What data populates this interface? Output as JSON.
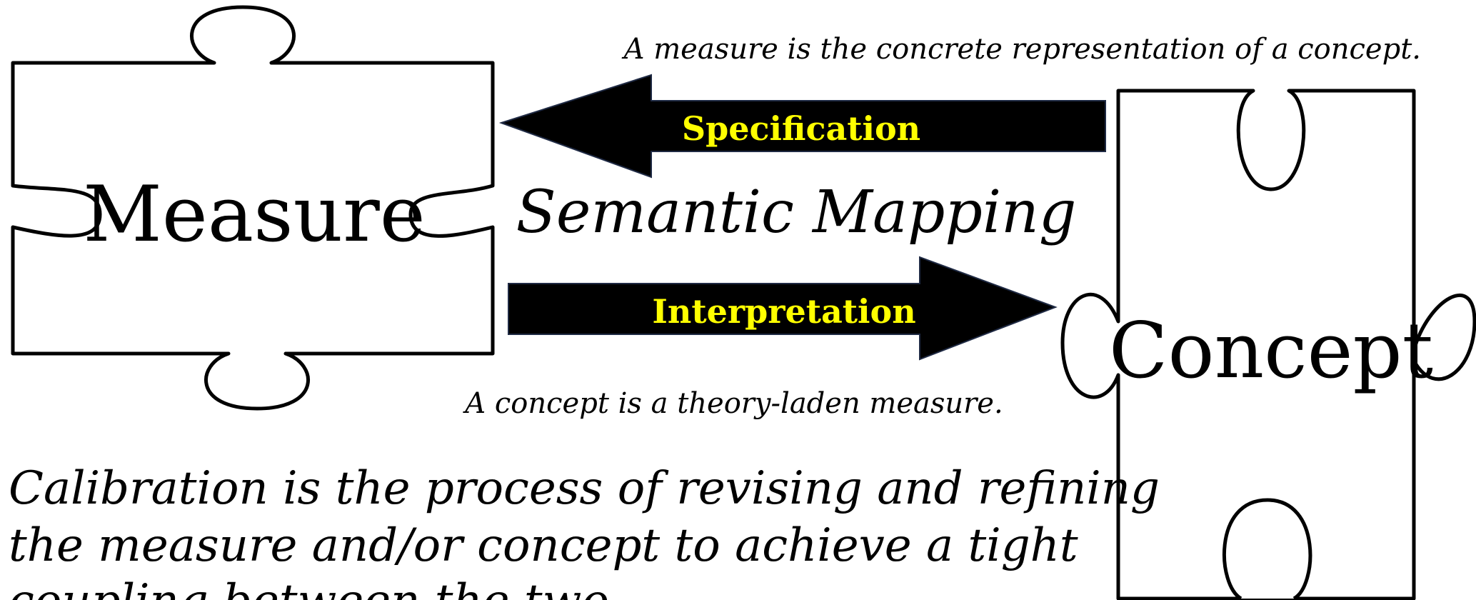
{
  "diagram": {
    "pieces": {
      "measure_label": "Measure",
      "concept_label": "Concept"
    },
    "arrows": {
      "top_label": "Specification",
      "bottom_label": "Interpretation"
    },
    "center_title": "Semantic Mapping",
    "top_note": "A measure is the concrete representation of a concept.",
    "bottom_note": "A concept is a theory-laden measure.",
    "calibration": {
      "line1": "Calibration is the process of revising and refining",
      "line2": "the measure and/or concept to achieve a tight",
      "line3": "coupling between the two."
    },
    "colors": {
      "arrow_fill": "#000000",
      "arrow_label": "#ffff00",
      "piece_outline": "#000000",
      "background": "#ffffff"
    }
  }
}
